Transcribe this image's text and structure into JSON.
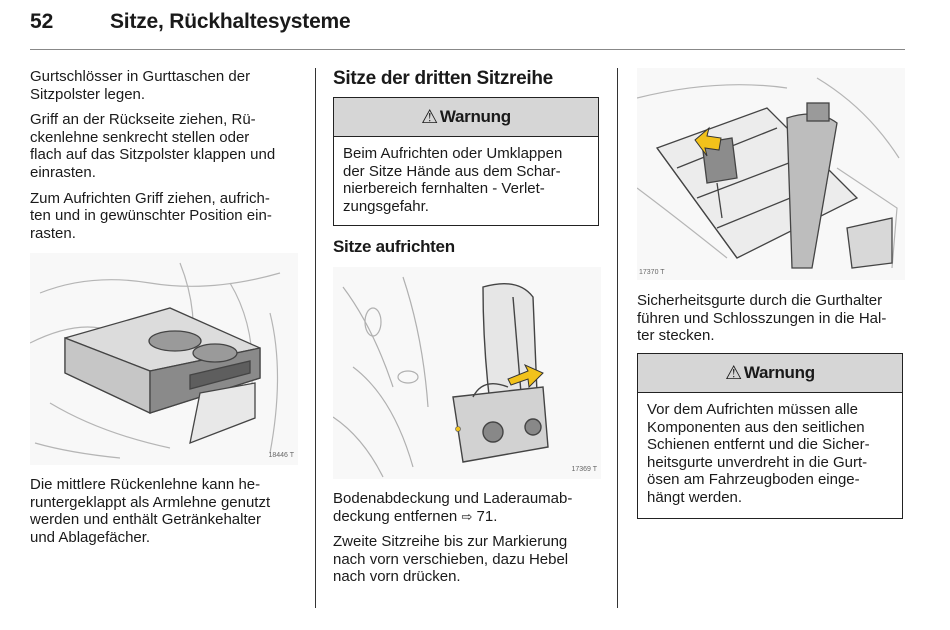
{
  "header": {
    "page_number": "52",
    "title": "Sitze, Rückhaltesysteme"
  },
  "col1": {
    "para1": "Gurtschlösser in Gurttaschen der\nSitzpolster legen.",
    "para2": "Griff an der Rückseite ziehen, Rü-\nckenlehne senkrecht stellen oder\nflach auf das Sitzpolster klappen und\neinrasten.",
    "para3": "Zum Aufrichten Griff ziehen, aufrich-\nten und in gewünschter Position ein-\nrasten.",
    "figure_code": "18446 T",
    "para4": "Die mittlere Rückenlehne kann he-\nruntergeklappt als Armlehne genutzt\nwerden und enthält Getränkehalter\nund Ablagefächer."
  },
  "col2": {
    "section_title": "Sitze der dritten Sitzreihe",
    "warning": {
      "title": "Warnung",
      "body": "Beim Aufrichten oder Umklappen\nder Sitze Hände aus dem Schar-\nnierbereich fernhalten - Verlet-\nzungsgefahr."
    },
    "subsection_title": "Sitze aufrichten",
    "figure_code": "17369 T",
    "para1": "Bodenabdeckung und Laderaumab-\ndeckung entfernen",
    "para1_ref_arrow": "⇨",
    "para1_ref": " 71.",
    "para2": "Zweite Sitzreihe bis zur Markierung\nnach vorn verschieben, dazu Hebel\nnach vorn drücken."
  },
  "col3": {
    "figure_code": "17370 T",
    "para1": "Sicherheitsgurte durch die Gurthalter\nführen und Schlosszungen in die Hal-\nter stecken.",
    "warning": {
      "title": "Warnung",
      "body": "Vor dem Aufrichten müssen alle\nKomponenten aus den seitlichen\nSchienen entfernt und die Sicher-\nheitsgurte unverdreht in die Gurt-\nösen am Fahrzeugboden einge-\nhängt werden."
    }
  },
  "colors": {
    "warning_header": "#d6d6d6",
    "highlight_arrow": "#f2c21b",
    "rule": "#888888"
  },
  "icons": [
    "warning-triangle-icon",
    "cross-reference-arrow-icon"
  ]
}
